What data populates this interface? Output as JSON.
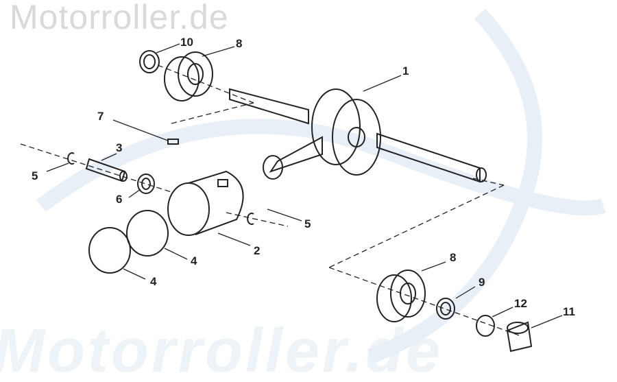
{
  "watermark": {
    "top": "Motorroller.de",
    "bottom": "Motorroller.de"
  },
  "callouts": [
    "10",
    "8",
    "1",
    "7",
    "3",
    "5",
    "6",
    "5",
    "2",
    "4",
    "4",
    "8",
    "9",
    "12",
    "11"
  ],
  "colors": {
    "line": "#222222",
    "watermark_light": "#d9d9d9",
    "watermark_blue": "#eef3f8"
  }
}
